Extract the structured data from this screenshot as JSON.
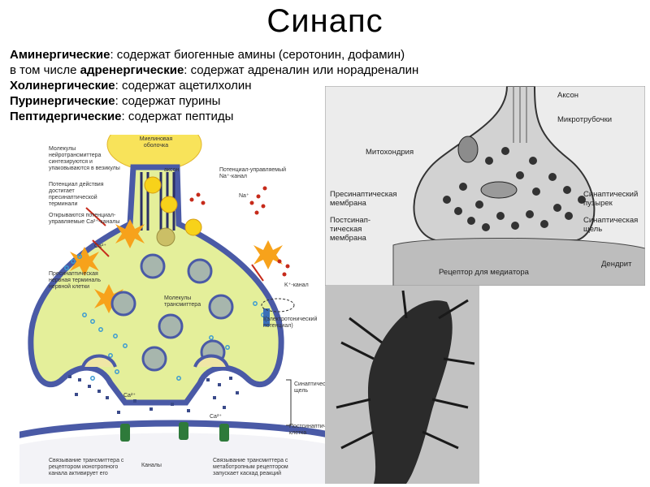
{
  "title": "Синапс",
  "lines": [
    {
      "bold": "Аминергические",
      "text": ": содержат биогенные амины (серотонин, дофамин)"
    },
    {
      "prefix": "в том числе ",
      "bold": "адренергические",
      "text": ": содержат адреналин или норадреналин"
    },
    {
      "bold": "Холинергические",
      "text": ": содержат ацетилхолин"
    },
    {
      "bold": "Пуринергические",
      "text": ": содержат пурины"
    },
    {
      "bold": "Пептидергические",
      "text": ": содержат пептиды"
    }
  ],
  "left_diagram": {
    "labels": {
      "myelin": "Миелиновая оболочка",
      "axon": "аксон",
      "vesicles_note": "Молекулы нейротрансмиттера синтезируются и упаковываются в везикулы",
      "action_potential": "Потенциал действия достигает пресинаптической терминали",
      "na_channel": "Потенциал-управляемый Na⁺-канал",
      "na": "Na⁺",
      "ca_channels": "Открываются потенциал-управляемые Ca²⁺-каналы",
      "ca": "Ca²⁺",
      "terminal": "Пресинаптическая нервная терминаль нервной клетки",
      "transmitter": "Молекулы трансмиттера",
      "k_channel": "K⁺-канал",
      "electrotonic": "I(электротонический потенциал)",
      "cleft": "Синаптическая щель",
      "ca_lower_1": "Ca²⁺",
      "ca_lower_2": "Ca²⁺",
      "postsyn_cell": "Постсинаптическая клетка",
      "ionotropic": "Связывание трансмиттера с рецептором ионотропного канала активирует его",
      "channels": "Каналы",
      "metabotropic": "Связывание трансмиттера с метаботропным рецептором запускает каскад реакций"
    }
  },
  "right_diagram": {
    "labels": {
      "axon": "Аксон",
      "microtubules": "Микротрубочки",
      "mitochondria": "Митохондрия",
      "presyn_membrane": "Пресинаптическая мембрана",
      "postsyn_membrane": "Постсинап-тическая мембрана",
      "vesicle": "Синаптический пузырек",
      "cleft": "Синаптическая щель",
      "dendrite": "Дендрит",
      "receptor": "Рецептор для медиатора"
    }
  },
  "colors": {
    "terminal_fill": "#e4ef9a",
    "membrane": "#4a5aa6",
    "cleft_bg": "#ffffff",
    "vesicle": "#a7b6ad",
    "flash": "#f7a21b",
    "panel_right_bg": "#ececec"
  }
}
